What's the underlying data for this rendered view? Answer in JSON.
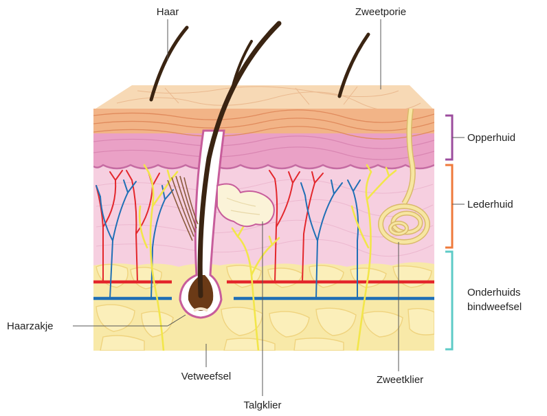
{
  "labels": {
    "haar": "Haar",
    "zweetporie": "Zweetporie",
    "opperhuid": "Opperhuid",
    "lederhuid": "Lederhuid",
    "onderhuids_line1": "Onderhuids",
    "onderhuids_line2": "bindweefsel",
    "haarzakje": "Haarzakje",
    "vetweefsel": "Vetweefsel",
    "talgklier": "Talgklier",
    "zweetklier": "Zweetklier"
  },
  "colors": {
    "epidermis_top": "#f7d9b5",
    "epidermis_band": "#f2b487",
    "dermis_upper": "#eaa1c6",
    "dermis": "#f6cfe0",
    "fat": "#f8e9a8",
    "fat_cell_line": "#f3dc8c",
    "artery": "#e3262b",
    "vein": "#1f6fb5",
    "nerve": "#f2e64a",
    "hair": "#3a2412",
    "bracket_opperhuid": "#9c4d9e",
    "bracket_lederhuid": "#ef7a3b",
    "bracket_onderhuids": "#5ecbc7"
  }
}
